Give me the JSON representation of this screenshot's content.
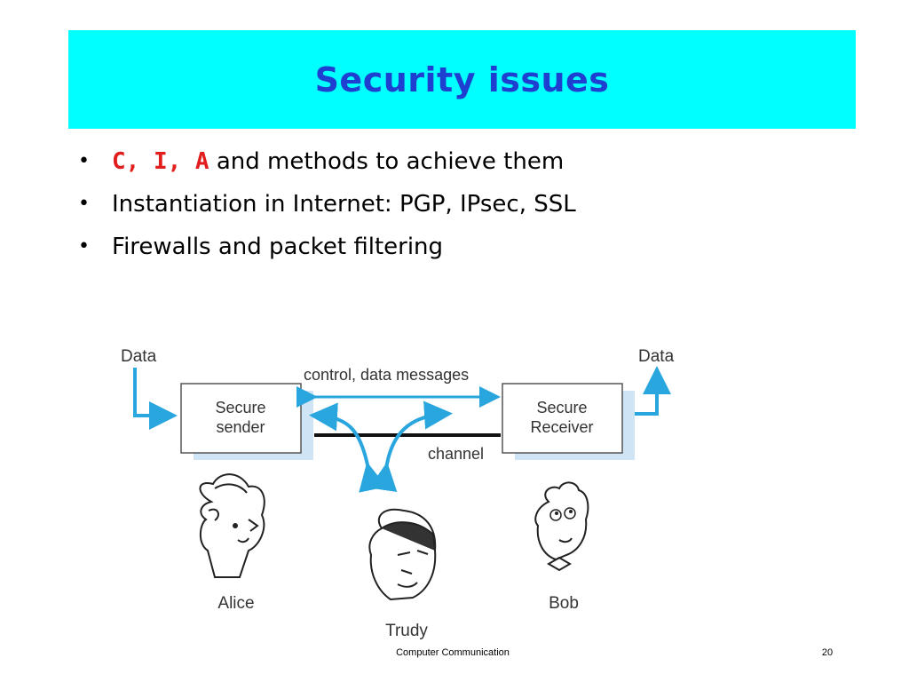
{
  "slide": {
    "title": "Security issues",
    "bullets": [
      {
        "highlight": "C, I, A",
        "text": " and methods to achieve them"
      },
      {
        "highlight": "",
        "text": "Instantiation in Internet: PGP, IPsec, SSL"
      },
      {
        "highlight": "",
        "text": "Firewalls and packet filtering"
      }
    ],
    "bullet_symbol": "•",
    "colors": {
      "title_bg": "#00ffff",
      "title_text": "#1f3fd0",
      "highlight": "#e21d1d",
      "arrow": "#2aa6df",
      "box_shadow": "#cfe4f4"
    }
  },
  "figure": {
    "data_in_label": "Data",
    "data_out_label": "Data",
    "sender_label_line1": "Secure",
    "sender_label_line2": "sender",
    "receiver_label_line1": "Secure",
    "receiver_label_line2": "Receiver",
    "messages_label": "control, data messages",
    "channel_label": "channel",
    "people": [
      "Alice",
      "Trudy",
      "Bob"
    ]
  },
  "footer": {
    "title": "Computer Communication",
    "page_number": "20"
  }
}
